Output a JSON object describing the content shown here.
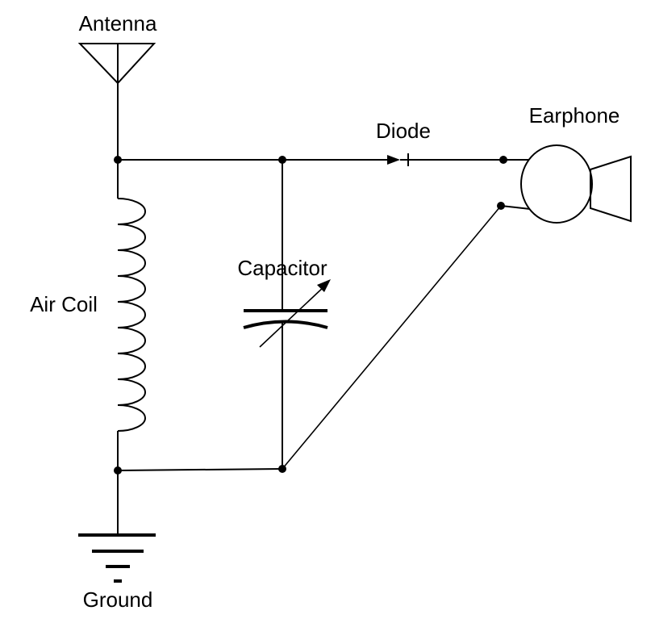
{
  "labels": {
    "antenna": "Antenna",
    "diode": "Diode",
    "earphone": "Earphone",
    "capacitor": "Capacitor",
    "air_coil": "Air Coil",
    "ground": "Ground"
  },
  "colors": {
    "line": "#000000",
    "background": "#ffffff"
  }
}
